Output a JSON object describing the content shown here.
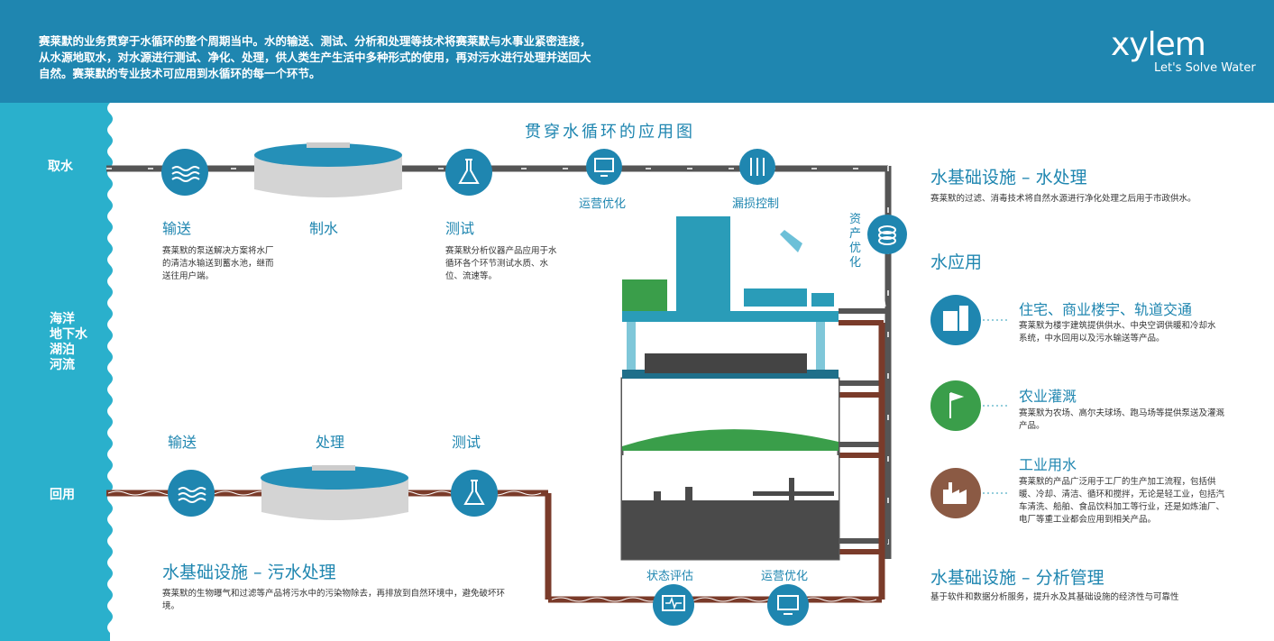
{
  "header": {
    "intro": "赛莱默的业务贯穿于水循环的整个周期当中。水的输送、测试、分析和处理等技术将赛莱默与水事业紧密连接，从水源地取水，对水源进行测试、净化、处理，供人类生产生活中多种形式的使用，再对污水进行处理并送回大自然。赛莱默的专业技术可应用到水循环的每一个环节。",
    "logo_text": "xylem",
    "logo_tagline": "Let's Solve Water"
  },
  "diagram_title": "贯穿水循环的应用图",
  "sidebar": {
    "intake": "取水",
    "sources": [
      "海洋",
      "地下水",
      "湖泊",
      "河流"
    ],
    "reuse": "回用"
  },
  "top_stages": {
    "transport": {
      "label": "输送",
      "desc": "赛莱默的泵送解决方案将水厂的清洁水输送到蓄水池，继而送往用户端。"
    },
    "treatment": {
      "label": "制水"
    },
    "testing": {
      "label": "测试",
      "desc": "赛莱默分析仪器产品应用于水循环各个环节测试水质、水位、流速等。"
    },
    "ops_optimization": "运营优化",
    "leak_control": "漏损控制",
    "asset_optimization": "资产优化"
  },
  "bottom_stages": {
    "transport": "输送",
    "treatment": "处理",
    "testing": "测试",
    "condition_assessment": "状态评估",
    "ops_optimization": "运营优化"
  },
  "right_panel": {
    "water_treatment": {
      "title": "水基础设施 – 水处理",
      "desc": "赛莱默的过滤、消毒技术将自然水源进行净化处理之后用于市政供水。"
    },
    "water_use": {
      "title": "水应用"
    },
    "residential": {
      "title": "住宅、商业楼宇、轨道交通",
      "desc": "赛莱默为楼宇建筑提供供水、中央空调供暖和冷却水系统，中水回用以及污水输送等产品。"
    },
    "agriculture": {
      "title": "农业灌溉",
      "desc": "赛莱默为农场、高尔夫球场、跑马场等提供泵送及灌溉产品。"
    },
    "industrial": {
      "title": "工业用水",
      "desc": "赛莱默的产品广泛用于工厂的生产加工流程，包括供暖、冷却、清洁、循环和搅拌，无论是轻工业，包括汽车清洗、船舶、食品饮料加工等行业，还是如炼油厂、电厂等重工业都会应用到相关产品。"
    },
    "analytics": {
      "title": "水基础设施 – 分析管理",
      "desc": "基于软件和数据分析服务，提升水及其基础设施的经济性与可靠性"
    }
  },
  "wastewater": {
    "title": "水基础设施 – 污水处理",
    "desc": "赛莱默的生物曝气和过滤等产品将污水中的污染物除去，再排放到自然环境中，避免破坏环境。"
  },
  "colors": {
    "brand_blue": "#1f86b0",
    "sidebar_teal": "#2ab0cc",
    "pipe_gray": "#555555",
    "pipe_brown": "#7a3b2a",
    "green": "#3a9e4a",
    "brown_icon": "#8b5a44",
    "dark_gray": "#4a4a4a"
  }
}
